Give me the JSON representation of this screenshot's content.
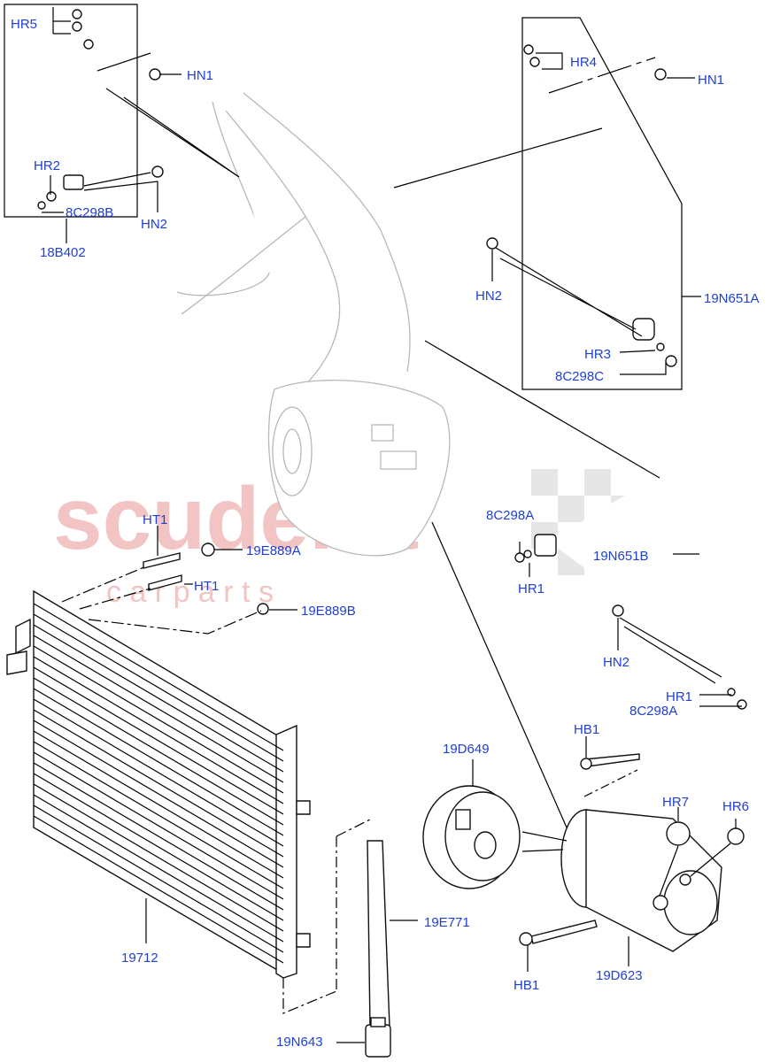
{
  "watermark": {
    "brand": "scuderia",
    "sub": "c a r   p a r t s"
  },
  "labels": {
    "hr5": "HR5",
    "hn1_left": "HN1",
    "hr2": "HR2",
    "c298b": "8C298B",
    "hn2_left": "HN2",
    "b402": "18B402",
    "hr4": "HR4",
    "hn1_right": "HN1",
    "hn2_right": "HN2",
    "n651a": "19N651A",
    "hr3": "HR3",
    "c298c": "8C298C",
    "ht1_top": "HT1",
    "e889a": "19E889A",
    "ht1_mid": "HT1",
    "e889b": "19E889B",
    "c298a_top": "8C298A",
    "hr1_top": "HR1",
    "n651b": "19N651B",
    "hn2_lower": "HN2",
    "hr1_lower": "HR1",
    "c298a_lower": "8C298A",
    "hb1_top": "HB1",
    "d649": "19D649",
    "hr7": "HR7",
    "hr6": "HR6",
    "n712": "19712",
    "e771": "19E771",
    "hb1_bottom": "HB1",
    "d623": "19D623",
    "n643": "19N643"
  },
  "colors": {
    "label": "#1f3fd6",
    "watermark": "#f2c4c4",
    "line": "#000000",
    "ghost": "#b8b8b8"
  }
}
